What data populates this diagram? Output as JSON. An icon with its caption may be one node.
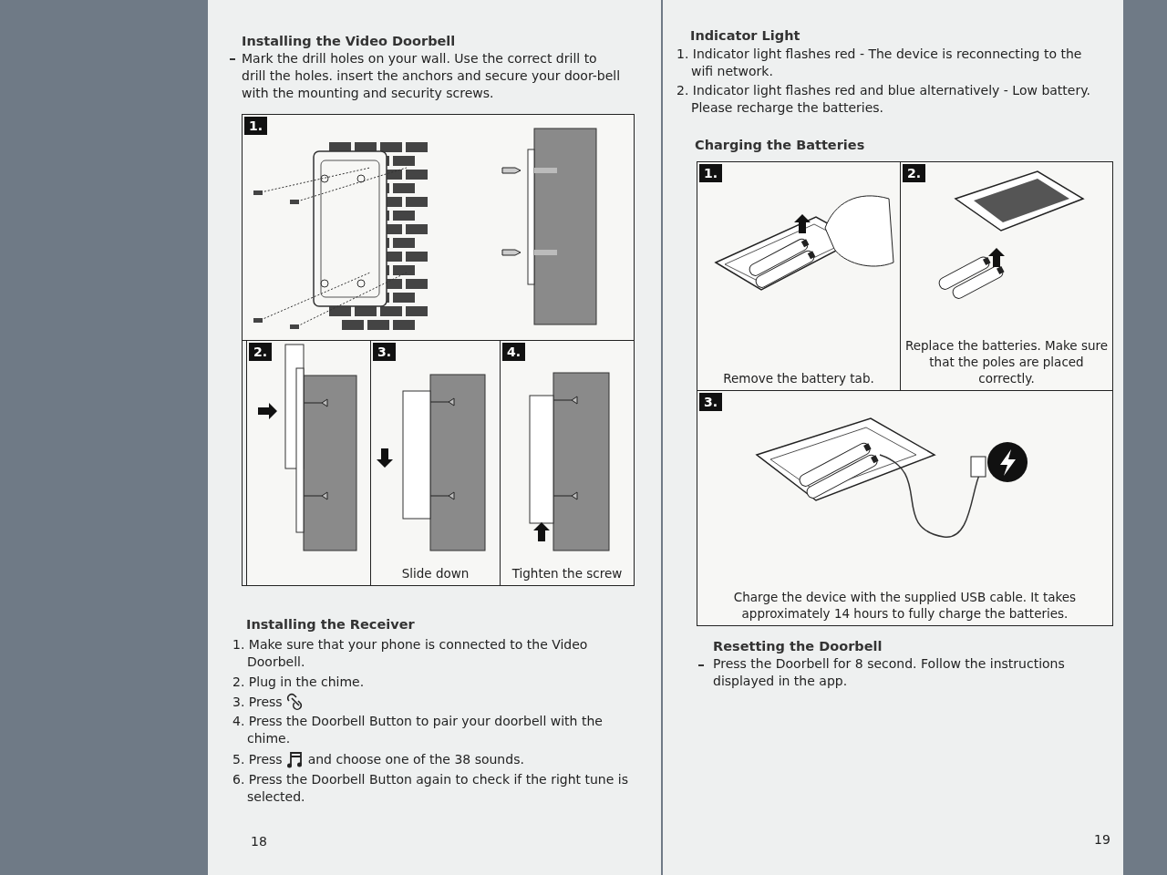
{
  "diagram": {
    "nodes": [
      {
        "text": [
          "1."
        ]
      },
      {
        "text": [
          "2."
        ]
      },
      {
        "text": [
          "3.",
          "Slide down"
        ]
      },
      {
        "text": [
          "4.",
          "Tighten the screw"
        ]
      },
      {
        "text": [
          "1.",
          "Remove the battery tab."
        ]
      },
      {
        "text": [
          "2.",
          "Replace the batteries. Make sure that the poles are placed correctly."
        ]
      },
      {
        "text": [
          "3.",
          "Charge the device with the supplied USB cable. It takes approximately 14 hours to fully charge the batteries."
        ]
      }
    ],
    "edges": [],
    "labels": [
      "Installing the Video Doorbell",
      "Mark the drill holes on your wall. Use the correct drill to drill the holes. insert the anchors and secure your door-bell with the mounting and security screws.",
      "Installing the Receiver",
      "1. Make sure that your phone is connected to the Video Doorbell.",
      "2. Plug in the chime.",
      "3. Press",
      "4. Press the Doorbell Button to pair your doorbell with the chime.",
      "5. Press",
      "and choose one of the 38 sounds.",
      "6. Press the Doorbell Button again to check if the right tune is selected.",
      "18",
      "Indicator Light",
      "1. Indicator light flashes red - The device is reconnecting to the wifi network.",
      "2. Indicator light flashes red and blue alternatively - Low battery. Please recharge the batteries.",
      "Charging the Batteries",
      "Resetting the Doorbell",
      "Press the Doorbell for 8 second. Follow the instructions displayed in the app.",
      "19"
    ]
  }
}
